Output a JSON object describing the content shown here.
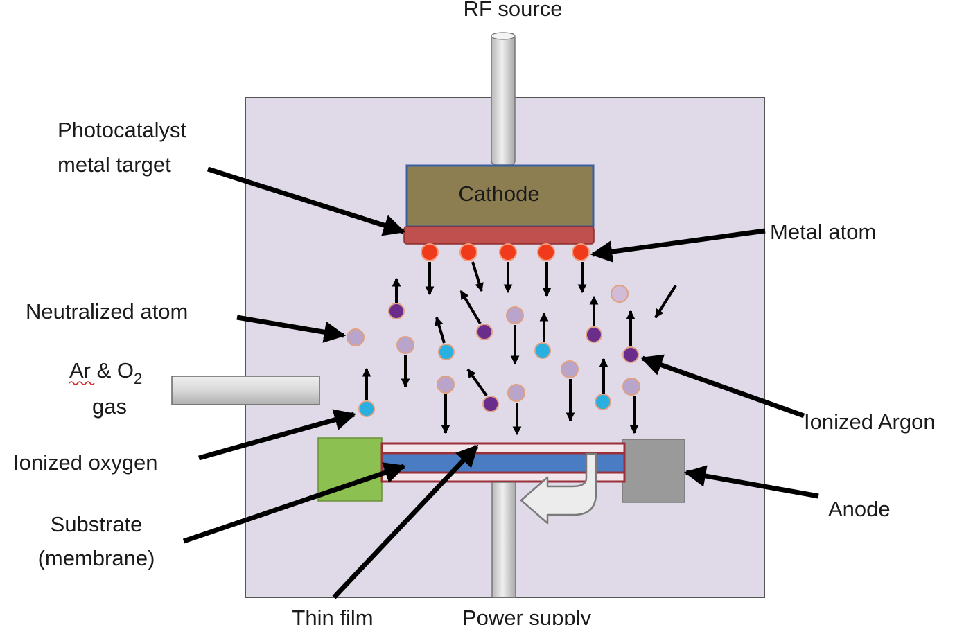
{
  "labels": {
    "rf_source": "RF source",
    "target_line1": "Photocatalyst",
    "target_line2": "metal target",
    "cathode": "Cathode",
    "metal_atom": "Metal atom",
    "neutralized_atom": "Neutralized atom",
    "gas_prefix": "Ar & O",
    "gas_subscript": "2",
    "gas_line2": "gas",
    "ionized_argon": "Ionized Argon",
    "ionized_oxygen": "Ionized oxygen",
    "anode": "Anode",
    "substrate_line1": "Substrate",
    "substrate_line2": "(membrane)",
    "thin_film": "Thin film",
    "power_supply": "Power supply"
  },
  "colors": {
    "chamber_fill": "#e0dae8",
    "cathode_fill": "#8d7e52",
    "cathode_border": "#3a5fa0",
    "target_fill": "#c0504d",
    "metal_atom": "#f03a1c",
    "ionized_argon": "#6b2d8b",
    "ionized_oxygen": "#2ab0e0",
    "neutralized_atom": "#b9a4cc",
    "substrate_blue": "#4a7cc4",
    "thin_film_border": "#9b2f3a",
    "left_block": "#8cc152",
    "anode_block": "#9a9a9a",
    "pipe": "#d6d6d6"
  }
}
